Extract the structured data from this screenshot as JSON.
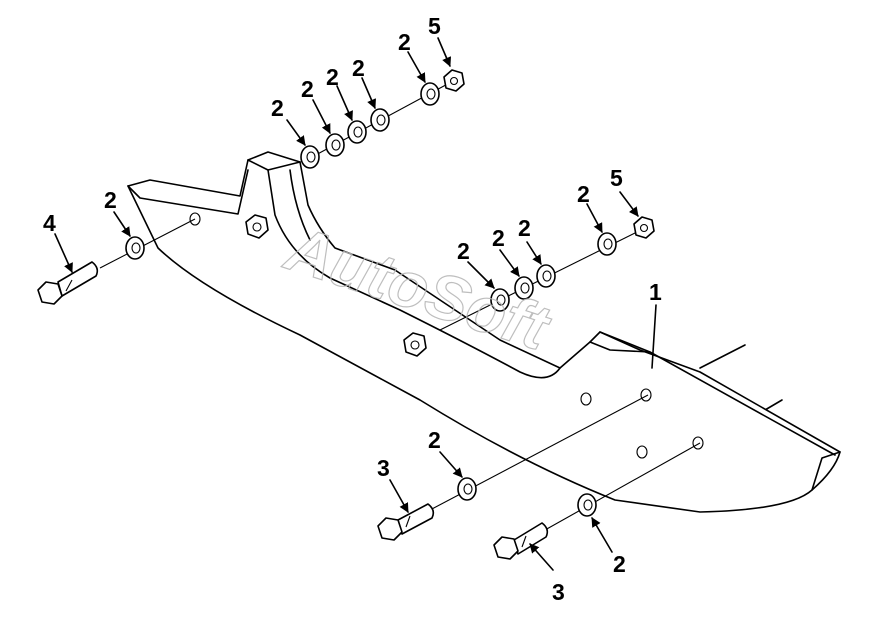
{
  "watermark": "AutoSoft",
  "callouts": {
    "c1": "2",
    "c2": "2",
    "c3": "2",
    "c4": "2",
    "c5": "2",
    "c6": "5",
    "c7": "4",
    "c8": "2",
    "c9": "2",
    "c10": "2",
    "c11": "2",
    "c12": "2",
    "c13": "5",
    "c14": "1",
    "c15": "3",
    "c16": "2",
    "c17": "3",
    "c18": "2"
  }
}
